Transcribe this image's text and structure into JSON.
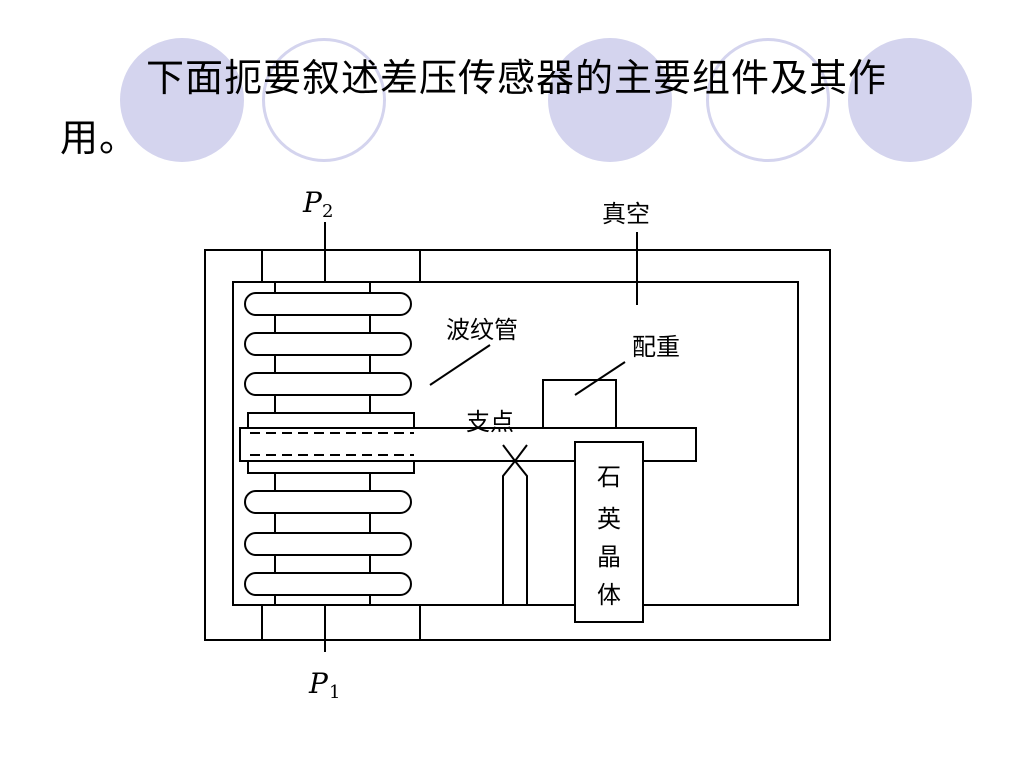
{
  "slide": {
    "title": "下面扼要叙述差压传感器的主要组件及其作用。"
  },
  "theme": {
    "circle_fill": "#d4d4ee",
    "circle_stroke": "#d4d4ee",
    "line_color": "#000000"
  },
  "diagram": {
    "labels": {
      "p2": "P",
      "p2_sub": "2",
      "p1": "P",
      "p1_sub": "1",
      "vacuum": "真空",
      "bellows": "波纹管",
      "counterweight": "配重",
      "pivot": "支点",
      "quartz_1": "石",
      "quartz_2": "英",
      "quartz_3": "晶",
      "quartz_4": "体"
    }
  }
}
